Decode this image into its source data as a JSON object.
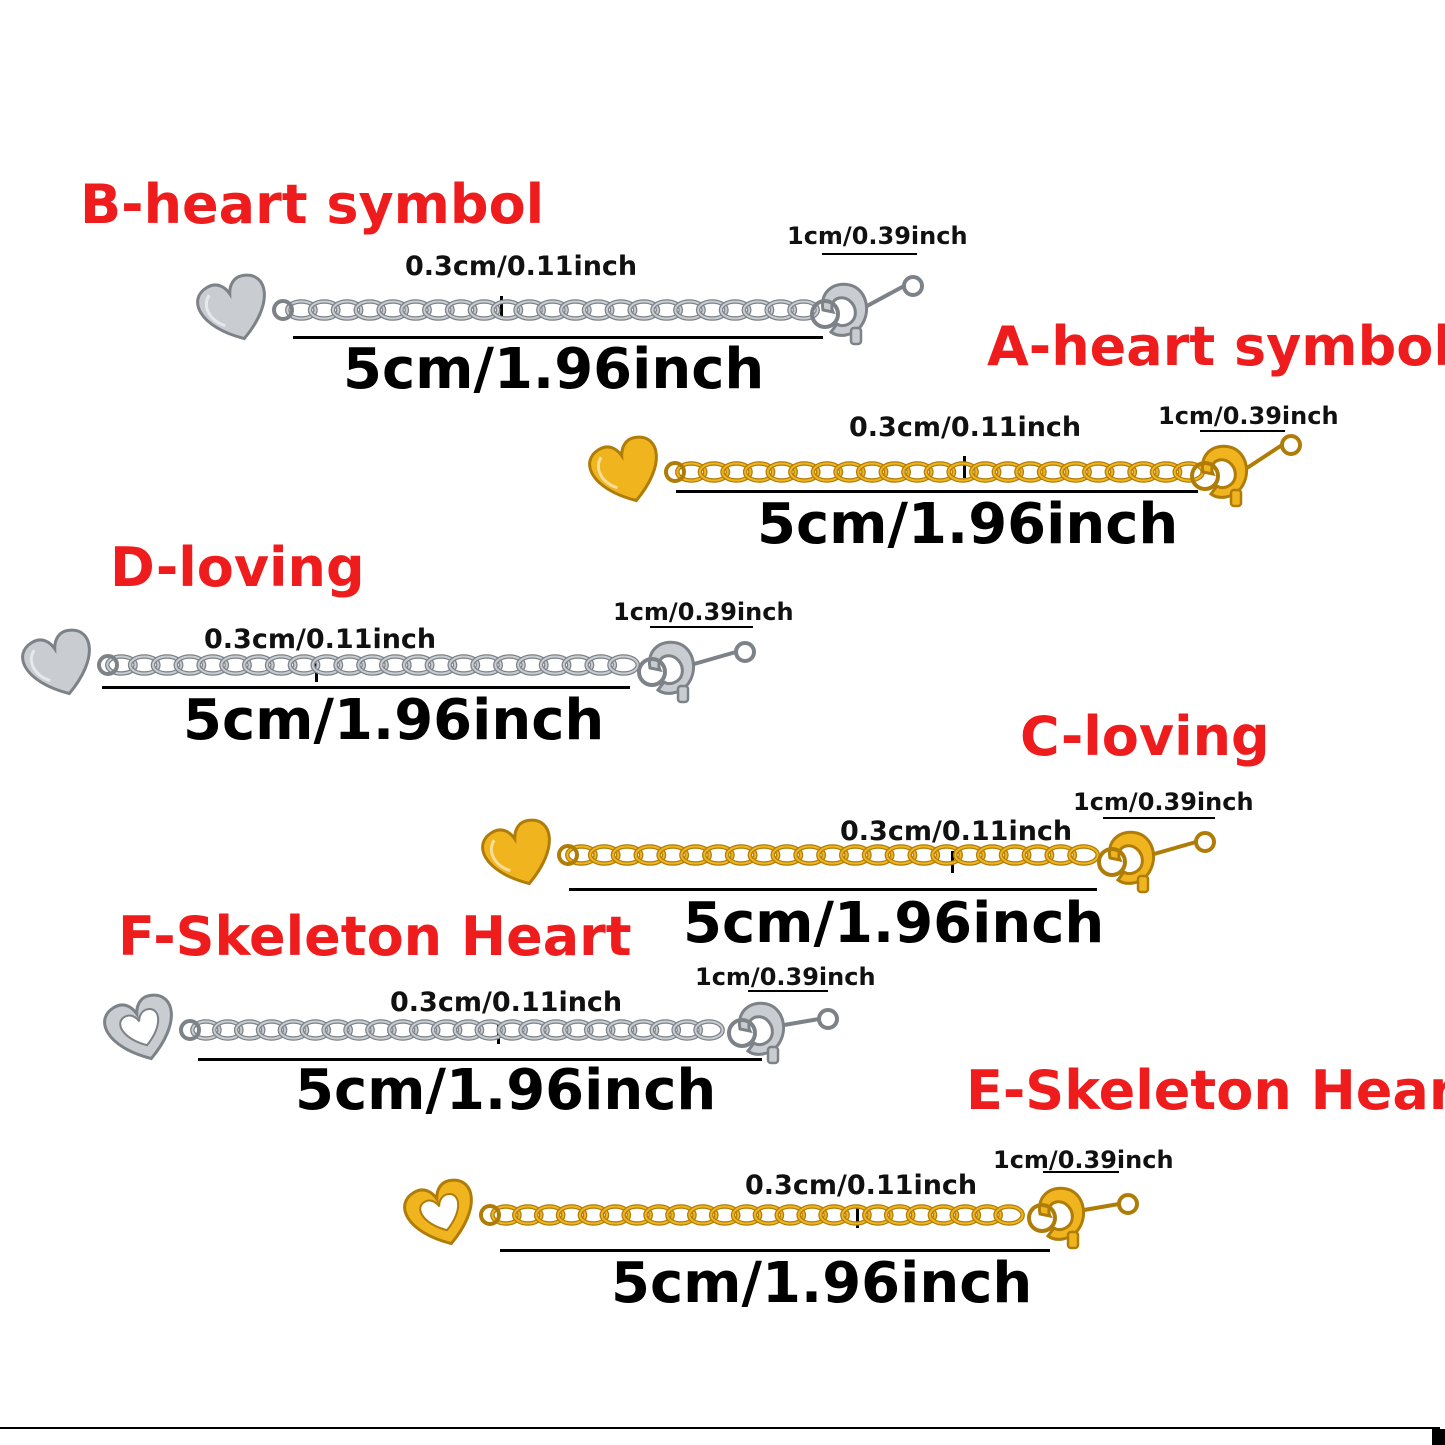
{
  "variants": [
    {
      "title": "B-heart symbol",
      "color": "silver",
      "pendant": "heart",
      "length": "5cm/1.96inch",
      "link": "0.3cm/0.11inch",
      "clasp": "1cm/0.39inch"
    },
    {
      "title": "A-heart symbol",
      "color": "gold",
      "pendant": "heart",
      "length": "5cm/1.96inch",
      "link": "0.3cm/0.11inch",
      "clasp": "1cm/0.39inch"
    },
    {
      "title": "D-loving",
      "color": "silver",
      "pendant": "heart",
      "length": "5cm/1.96inch",
      "link": "0.3cm/0.11inch",
      "clasp": "1cm/0.39inch"
    },
    {
      "title": "C-loving",
      "color": "gold",
      "pendant": "heart",
      "length": "5cm/1.96inch",
      "link": "0.3cm/0.11inch",
      "clasp": "1cm/0.39inch"
    },
    {
      "title": "F-Skeleton Heart",
      "color": "silver",
      "pendant": "hollow-heart",
      "length": "5cm/1.96inch",
      "link": "0.3cm/0.11inch",
      "clasp": "1cm/0.39inch"
    },
    {
      "title": "E-Skeleton Heart",
      "color": "gold",
      "pendant": "hollow-heart",
      "length": "5cm/1.96inch",
      "link": "0.3cm/0.11inch",
      "clasp": "1cm/0.39inch"
    }
  ],
  "colors": {
    "title": "#ee1c1c",
    "silver": "#c9cdd1",
    "silver_dark": "#7c8288",
    "gold": "#f0b51e",
    "gold_dark": "#b07c08"
  }
}
